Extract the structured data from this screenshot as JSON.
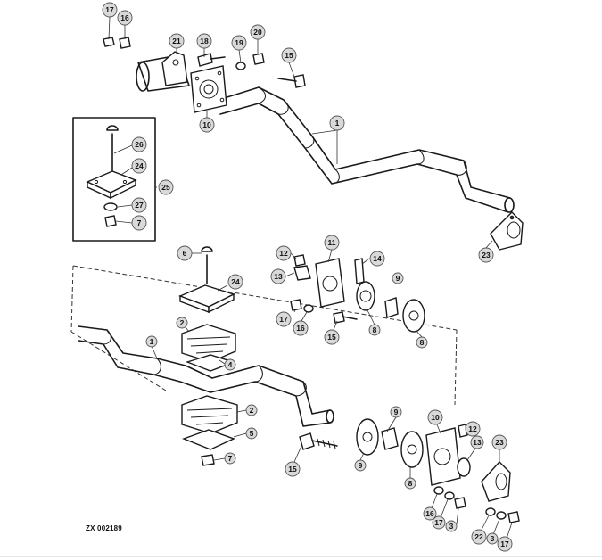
{
  "drawing_code": "ZX 002189",
  "callouts": [
    {
      "id": "c17a",
      "text": "17"
    },
    {
      "id": "c16a",
      "text": "16"
    },
    {
      "id": "c21",
      "text": "21"
    },
    {
      "id": "c18",
      "text": "18"
    },
    {
      "id": "c19",
      "text": "19"
    },
    {
      "id": "c20",
      "text": "20"
    },
    {
      "id": "c15a",
      "text": "15"
    },
    {
      "id": "c10a",
      "text": "10"
    },
    {
      "id": "c1a",
      "text": "1"
    },
    {
      "id": "c26",
      "text": "26"
    },
    {
      "id": "c24a",
      "text": "24"
    },
    {
      "id": "c25",
      "text": "25"
    },
    {
      "id": "c27",
      "text": "27"
    },
    {
      "id": "c7a",
      "text": "7"
    },
    {
      "id": "c23a",
      "text": "23"
    },
    {
      "id": "c6",
      "text": "6"
    },
    {
      "id": "c24b",
      "text": "24"
    },
    {
      "id": "c12a",
      "text": "12"
    },
    {
      "id": "c11",
      "text": "11"
    },
    {
      "id": "c14",
      "text": "14"
    },
    {
      "id": "c13a",
      "text": "13"
    },
    {
      "id": "c17b",
      "text": "17"
    },
    {
      "id": "c16b",
      "text": "16"
    },
    {
      "id": "c15b",
      "text": "15"
    },
    {
      "id": "c9a",
      "text": "9"
    },
    {
      "id": "c8a",
      "text": "8"
    },
    {
      "id": "c8b",
      "text": "8"
    },
    {
      "id": "c2a",
      "text": "2"
    },
    {
      "id": "c1b",
      "text": "1"
    },
    {
      "id": "c4",
      "text": "4"
    },
    {
      "id": "c2b",
      "text": "2"
    },
    {
      "id": "c5",
      "text": "5"
    },
    {
      "id": "c7b",
      "text": "7"
    },
    {
      "id": "c15c",
      "text": "15"
    },
    {
      "id": "c9b",
      "text": "9"
    },
    {
      "id": "c9c",
      "text": "9"
    },
    {
      "id": "c8c",
      "text": "8"
    },
    {
      "id": "c10b",
      "text": "10"
    },
    {
      "id": "c12b",
      "text": "12"
    },
    {
      "id": "c13b",
      "text": "13"
    },
    {
      "id": "c23b",
      "text": "23"
    },
    {
      "id": "c16c",
      "text": "16"
    },
    {
      "id": "c17c",
      "text": "17"
    },
    {
      "id": "c3a",
      "text": "3"
    },
    {
      "id": "c22",
      "text": "22"
    },
    {
      "id": "c3b",
      "text": "3"
    },
    {
      "id": "c17d",
      "text": "17"
    }
  ]
}
